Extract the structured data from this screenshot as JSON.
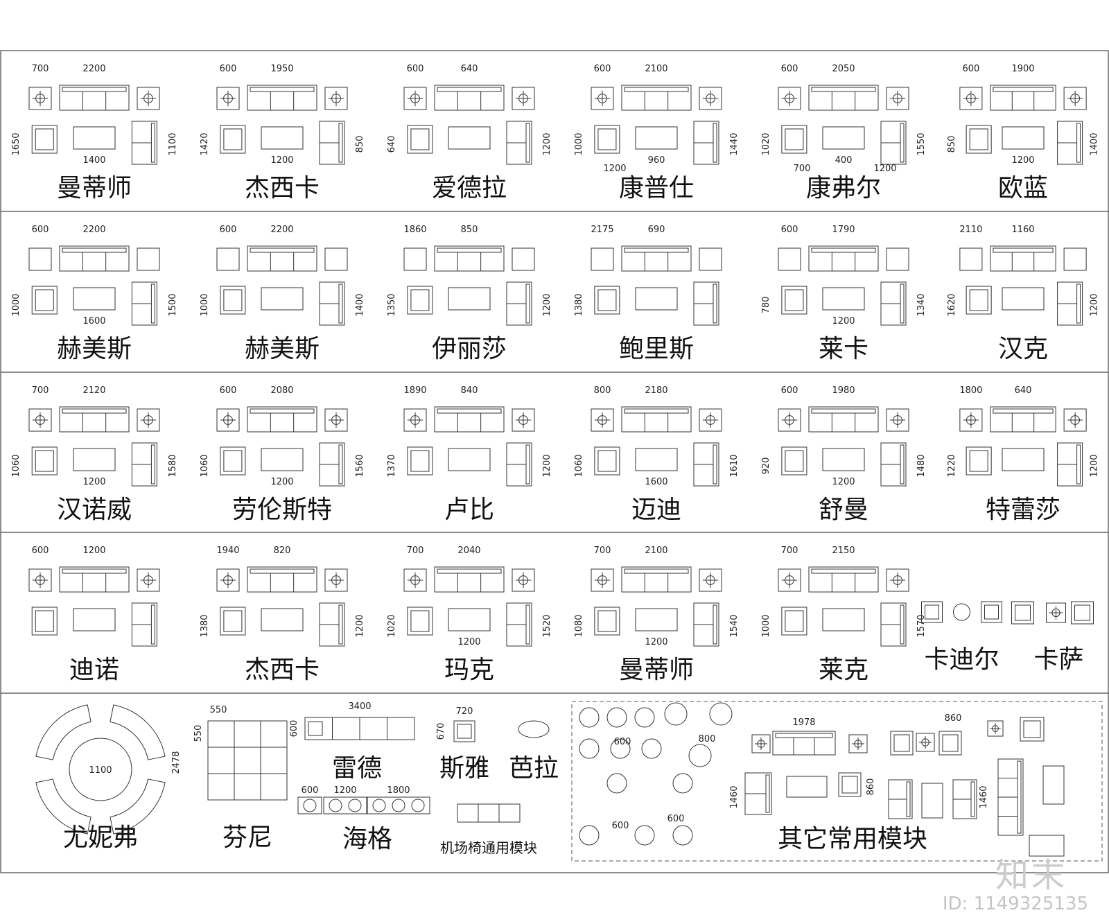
{
  "rows": [
    {
      "cells": [
        {
          "name": "曼蒂师",
          "dims": [
            "700",
            "2200",
            "1650",
            "1100",
            "1400"
          ]
        },
        {
          "name": "杰西卡",
          "dims": [
            "600",
            "1950",
            "1420",
            "850",
            "1200"
          ]
        },
        {
          "name": "爱德拉",
          "dims": [
            "600",
            "640",
            "640",
            "1200"
          ]
        },
        {
          "name": "康普仕",
          "dims": [
            "600",
            "2100",
            "1000",
            "1440",
            "960",
            "1200"
          ]
        },
        {
          "name": "康弗尔",
          "dims": [
            "600",
            "2050",
            "1020",
            "1550",
            "400",
            "700",
            "1200"
          ]
        },
        {
          "name": "欧蓝",
          "dims": [
            "600",
            "1900",
            "850",
            "1400",
            "1200"
          ]
        }
      ]
    },
    {
      "cells": [
        {
          "name": "赫美斯",
          "dims": [
            "600",
            "2200",
            "1000",
            "1500",
            "1600"
          ]
        },
        {
          "name": "赫美斯",
          "dims": [
            "600",
            "2200",
            "1000",
            "1400"
          ]
        },
        {
          "name": "伊丽莎",
          "dims": [
            "1860",
            "850",
            "1350",
            "1200"
          ]
        },
        {
          "name": "鲍里斯",
          "dims": [
            "2175",
            "690",
            "1380"
          ]
        },
        {
          "name": "莱卡",
          "dims": [
            "600",
            "1790",
            "780",
            "1340",
            "1200"
          ]
        },
        {
          "name": "汉克",
          "dims": [
            "2110",
            "1160",
            "1620",
            "1200"
          ]
        }
      ]
    },
    {
      "cells": [
        {
          "name": "汉诺威",
          "dims": [
            "700",
            "2120",
            "1060",
            "1580",
            "1200"
          ]
        },
        {
          "name": "劳伦斯特",
          "dims": [
            "600",
            "2080",
            "1060",
            "1560",
            "1200"
          ]
        },
        {
          "name": "卢比",
          "dims": [
            "1890",
            "840",
            "1370",
            "1200"
          ]
        },
        {
          "name": "迈迪",
          "dims": [
            "800",
            "2180",
            "1060",
            "1610",
            "1600"
          ]
        },
        {
          "name": "舒曼",
          "dims": [
            "600",
            "1980",
            "920",
            "1480",
            "1200"
          ]
        },
        {
          "name": "特蕾莎",
          "dims": [
            "1800",
            "640",
            "1220",
            "1200"
          ]
        }
      ]
    },
    {
      "cells": [
        {
          "name": "迪诺",
          "dims": [
            "600",
            "1200"
          ]
        },
        {
          "name": "杰西卡",
          "dims": [
            "1940",
            "820",
            "1380",
            "1200"
          ]
        },
        {
          "name": "玛克",
          "dims": [
            "700",
            "2040",
            "1020",
            "1520",
            "1200"
          ]
        },
        {
          "name": "曼蒂师",
          "dims": [
            "700",
            "2100",
            "1080",
            "1540",
            "1200"
          ]
        },
        {
          "name": "莱克",
          "dims": [
            "700",
            "2150",
            "1000",
            "1570"
          ]
        },
        {
          "name": "卡迪尔",
          "dims": []
        },
        {
          "name": "卡萨",
          "dims": []
        }
      ]
    }
  ],
  "bottom": {
    "youni": {
      "name": "尤妮弗",
      "dims": [
        "1100",
        "2478"
      ]
    },
    "fenni": {
      "name": "芬尼",
      "dims": [
        "550",
        "550"
      ]
    },
    "leide": {
      "name": "雷德",
      "dims": [
        "3400",
        "600"
      ]
    },
    "haige": {
      "name": "海格",
      "dims": [
        "600",
        "1200",
        "1800"
      ]
    },
    "siya": {
      "name": "斯雅",
      "dims": [
        "720",
        "670"
      ]
    },
    "bala": {
      "name": "芭拉"
    },
    "airport": {
      "name": "机场椅通用模块"
    },
    "other": {
      "name": "其它常用模块",
      "dims": [
        "800",
        "600",
        "600",
        "600",
        "1978",
        "1460",
        "860",
        "860",
        "1460"
      ]
    }
  },
  "watermark": {
    "logo": "知末",
    "id": "ID: 1149325135"
  }
}
